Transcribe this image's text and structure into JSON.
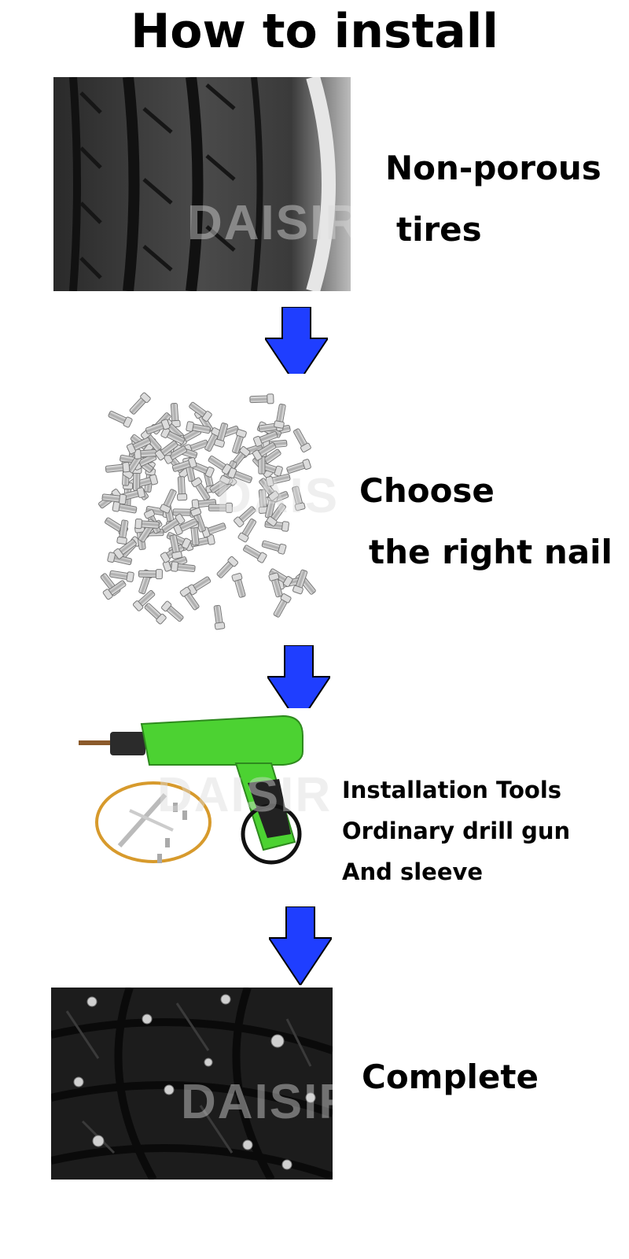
{
  "title": "How to install",
  "watermark": "DAISIR",
  "colors": {
    "arrow": "#1F3EFF",
    "drill": "#4CD232",
    "tire_dark": "#1c1c1c"
  },
  "steps": [
    {
      "lines": [
        "Non-porous",
        "tires"
      ],
      "image": "tire-tread"
    },
    {
      "lines": [
        "Choose",
        "the right nail"
      ],
      "image": "nail-pile"
    },
    {
      "lines": [
        "Installation Tools",
        "Ordinary drill gun",
        "And sleeve"
      ],
      "image": "drill-and-sleeve"
    },
    {
      "lines": [
        "Complete"
      ],
      "image": "studded-tire"
    }
  ]
}
